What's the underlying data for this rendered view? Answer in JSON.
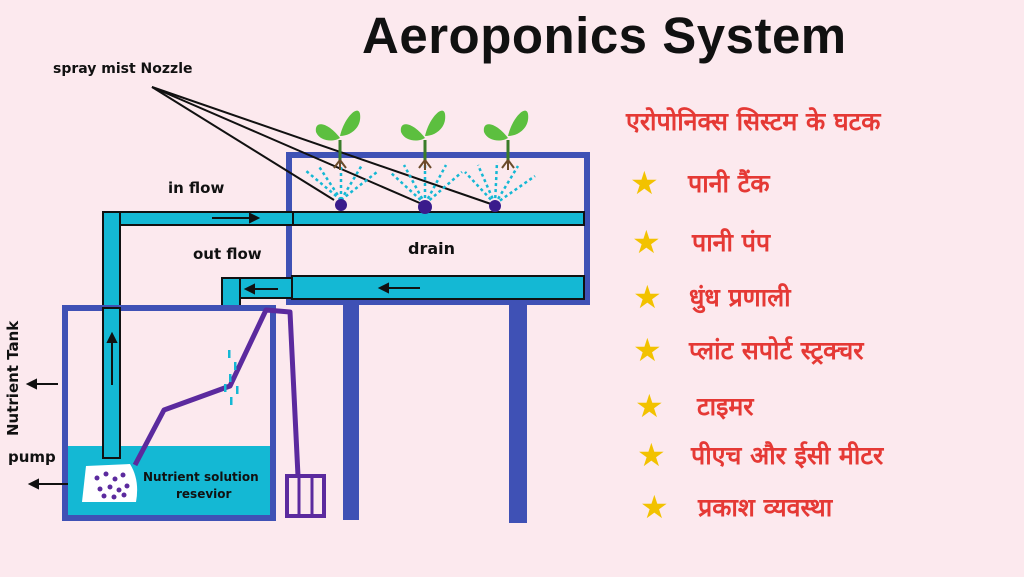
{
  "title": "Aeroponics System",
  "labels": {
    "nozzle": "spray mist Nozzle",
    "in_flow": "in flow",
    "out_flow": "out flow",
    "drain": "drain",
    "nutrient_tank": "Nutrient Tank",
    "pump": "pump",
    "solution_line1": "Nutrient solution",
    "solution_line2": "resevior"
  },
  "components": {
    "heading": "एरोपोनिक्स सिस्टम के घटक",
    "items": [
      "पानी टैंक",
      "पानी पंप",
      "धुंध प्रणाली",
      "प्लांट सपोर्ट स्ट्रक्चर",
      "टाइमर",
      "पीएच और ईसी मीटर",
      "प्रकाश व्यवस्था"
    ]
  },
  "colors": {
    "frame": "#3f51b5",
    "water": "#14b8d4",
    "pump_wire": "#5b2a9e",
    "heading": "#e53935",
    "star": "#f2c200",
    "leaf": "#5cbf3f"
  }
}
